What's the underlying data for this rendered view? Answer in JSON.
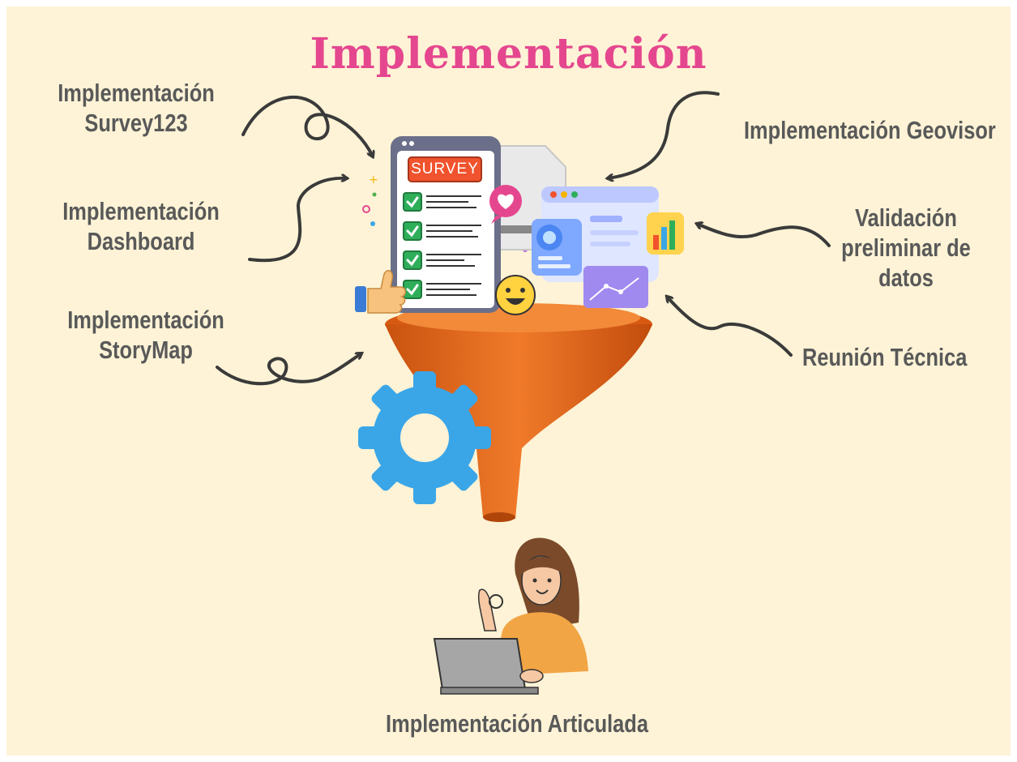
{
  "title": "Implementación",
  "labels": {
    "survey_line1": "Implementación",
    "survey_line2": "Survey123",
    "dashboard_line1": "Implementación",
    "dashboard_line2": "Dashboard",
    "storymap_line1": "Implementación",
    "storymap_line2": "StoryMap",
    "geovisor": "Implementación  Geovisor",
    "validacion_line1": "Validación",
    "validacion_line2": "preliminar de",
    "validacion_line3": "datos",
    "reunion": "Reunión Técnica",
    "articulada": "Implementación Articulada"
  },
  "survey_card": {
    "header": "SURVEY"
  },
  "colors": {
    "background": "#fef3d6",
    "title": "#e5478f",
    "labels": "#595959",
    "arrows": "#3a3a3a",
    "funnel": "#e5671c",
    "gear": "#3aa6e8",
    "survey_header": "#f0532d"
  },
  "icons": [
    "curved-arrow-icon",
    "survey-form-icon",
    "dashboard-window-icon",
    "bar-chart-icon",
    "heart-icon",
    "smiley-icon",
    "thumbs-up-icon",
    "funnel-icon",
    "gear-icon",
    "person-with-laptop-icon"
  ]
}
